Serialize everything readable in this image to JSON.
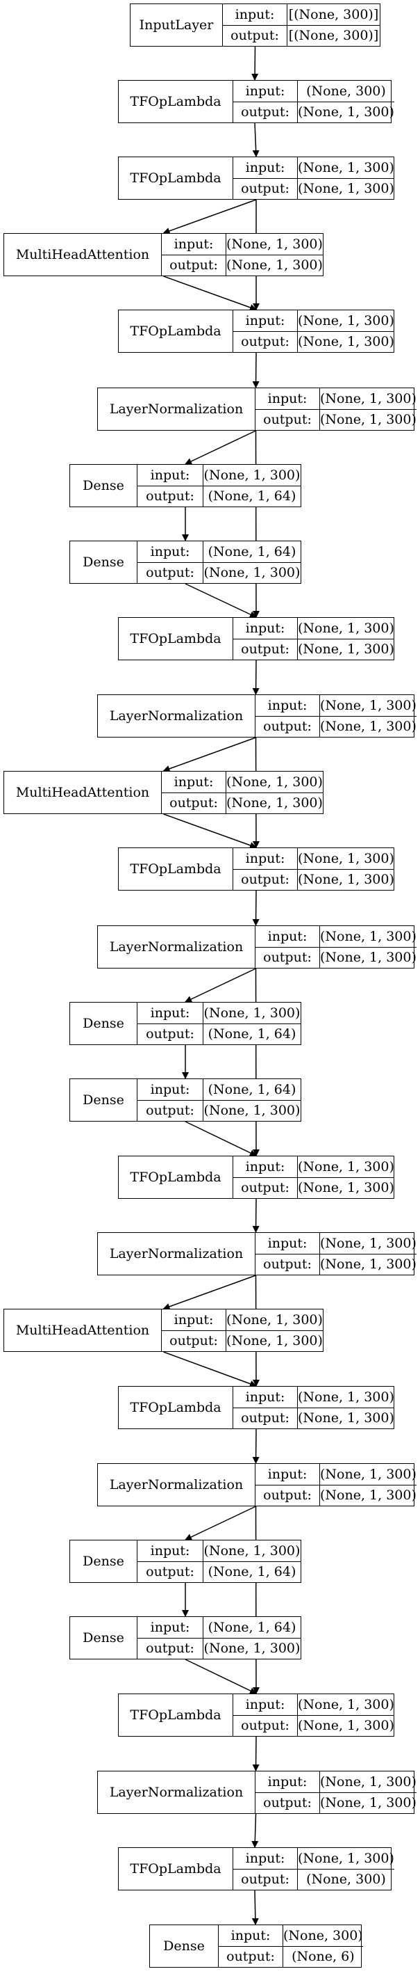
{
  "nodes": [
    {
      "id": "n0",
      "name": "InputLayer",
      "input_label": "input:",
      "output_label": "output:",
      "input": "[(None, 300)]",
      "output": "[(None, 300)]"
    },
    {
      "id": "n1",
      "name": "TFOpLambda",
      "input_label": "input:",
      "output_label": "output:",
      "input": "(None, 300)",
      "output": "(None, 1, 300)"
    },
    {
      "id": "n2",
      "name": "TFOpLambda",
      "input_label": "input:",
      "output_label": "output:",
      "input": "(None, 1, 300)",
      "output": "(None, 1, 300)"
    },
    {
      "id": "n3",
      "name": "MultiHeadAttention",
      "input_label": "input:",
      "output_label": "output:",
      "input": "(None, 1, 300)",
      "output": "(None, 1, 300)"
    },
    {
      "id": "n4",
      "name": "TFOpLambda",
      "input_label": "input:",
      "output_label": "output:",
      "input": "(None, 1, 300)",
      "output": "(None, 1, 300)"
    },
    {
      "id": "n5",
      "name": "LayerNormalization",
      "input_label": "input:",
      "output_label": "output:",
      "input": "(None, 1, 300)",
      "output": "(None, 1, 300)"
    },
    {
      "id": "n6",
      "name": "Dense",
      "input_label": "input:",
      "output_label": "output:",
      "input": "(None, 1, 300)",
      "output": "(None, 1, 64)"
    },
    {
      "id": "n7",
      "name": "Dense",
      "input_label": "input:",
      "output_label": "output:",
      "input": "(None, 1, 64)",
      "output": "(None, 1, 300)"
    },
    {
      "id": "n8",
      "name": "TFOpLambda",
      "input_label": "input:",
      "output_label": "output:",
      "input": "(None, 1, 300)",
      "output": "(None, 1, 300)"
    },
    {
      "id": "n9",
      "name": "LayerNormalization",
      "input_label": "input:",
      "output_label": "output:",
      "input": "(None, 1, 300)",
      "output": "(None, 1, 300)"
    },
    {
      "id": "n10",
      "name": "MultiHeadAttention",
      "input_label": "input:",
      "output_label": "output:",
      "input": "(None, 1, 300)",
      "output": "(None, 1, 300)"
    },
    {
      "id": "n11",
      "name": "TFOpLambda",
      "input_label": "input:",
      "output_label": "output:",
      "input": "(None, 1, 300)",
      "output": "(None, 1, 300)"
    },
    {
      "id": "n12",
      "name": "LayerNormalization",
      "input_label": "input:",
      "output_label": "output:",
      "input": "(None, 1, 300)",
      "output": "(None, 1, 300)"
    },
    {
      "id": "n13",
      "name": "Dense",
      "input_label": "input:",
      "output_label": "output:",
      "input": "(None, 1, 300)",
      "output": "(None, 1, 64)"
    },
    {
      "id": "n14",
      "name": "Dense",
      "input_label": "input:",
      "output_label": "output:",
      "input": "(None, 1, 64)",
      "output": "(None, 1, 300)"
    },
    {
      "id": "n15",
      "name": "TFOpLambda",
      "input_label": "input:",
      "output_label": "output:",
      "input": "(None, 1, 300)",
      "output": "(None, 1, 300)"
    },
    {
      "id": "n16",
      "name": "LayerNormalization",
      "input_label": "input:",
      "output_label": "output:",
      "input": "(None, 1, 300)",
      "output": "(None, 1, 300)"
    },
    {
      "id": "n17",
      "name": "MultiHeadAttention",
      "input_label": "input:",
      "output_label": "output:",
      "input": "(None, 1, 300)",
      "output": "(None, 1, 300)"
    },
    {
      "id": "n18",
      "name": "TFOpLambda",
      "input_label": "input:",
      "output_label": "output:",
      "input": "(None, 1, 300)",
      "output": "(None, 1, 300)"
    },
    {
      "id": "n19",
      "name": "LayerNormalization",
      "input_label": "input:",
      "output_label": "output:",
      "input": "(None, 1, 300)",
      "output": "(None, 1, 300)"
    },
    {
      "id": "n20",
      "name": "Dense",
      "input_label": "input:",
      "output_label": "output:",
      "input": "(None, 1, 300)",
      "output": "(None, 1, 64)"
    },
    {
      "id": "n21",
      "name": "Dense",
      "input_label": "input:",
      "output_label": "output:",
      "input": "(None, 1, 64)",
      "output": "(None, 1, 300)"
    },
    {
      "id": "n22",
      "name": "TFOpLambda",
      "input_label": "input:",
      "output_label": "output:",
      "input": "(None, 1, 300)",
      "output": "(None, 1, 300)"
    },
    {
      "id": "n23",
      "name": "LayerNormalization",
      "input_label": "input:",
      "output_label": "output:",
      "input": "(None, 1, 300)",
      "output": "(None, 1, 300)"
    },
    {
      "id": "n24",
      "name": "TFOpLambda",
      "input_label": "input:",
      "output_label": "output:",
      "input": "(None, 1, 300)",
      "output": "(None, 300)"
    },
    {
      "id": "n25",
      "name": "Dense",
      "input_label": "input:",
      "output_label": "output:",
      "input": "(None, 300)",
      "output": "(None, 6)"
    }
  ],
  "edges": [
    [
      "n0",
      "n1"
    ],
    [
      "n1",
      "n2"
    ],
    [
      "n2",
      "n3"
    ],
    [
      "n2",
      "n4"
    ],
    [
      "n3",
      "n4"
    ],
    [
      "n4",
      "n5"
    ],
    [
      "n5",
      "n6"
    ],
    [
      "n5",
      "n8"
    ],
    [
      "n6",
      "n7"
    ],
    [
      "n7",
      "n8"
    ],
    [
      "n8",
      "n9"
    ],
    [
      "n9",
      "n10"
    ],
    [
      "n9",
      "n11"
    ],
    [
      "n10",
      "n11"
    ],
    [
      "n11",
      "n12"
    ],
    [
      "n12",
      "n13"
    ],
    [
      "n12",
      "n15"
    ],
    [
      "n13",
      "n14"
    ],
    [
      "n14",
      "n15"
    ],
    [
      "n15",
      "n16"
    ],
    [
      "n16",
      "n17"
    ],
    [
      "n16",
      "n18"
    ],
    [
      "n17",
      "n18"
    ],
    [
      "n18",
      "n19"
    ],
    [
      "n19",
      "n20"
    ],
    [
      "n19",
      "n22"
    ],
    [
      "n20",
      "n21"
    ],
    [
      "n21",
      "n22"
    ],
    [
      "n22",
      "n23"
    ],
    [
      "n23",
      "n24"
    ],
    [
      "n24",
      "n25"
    ]
  ]
}
